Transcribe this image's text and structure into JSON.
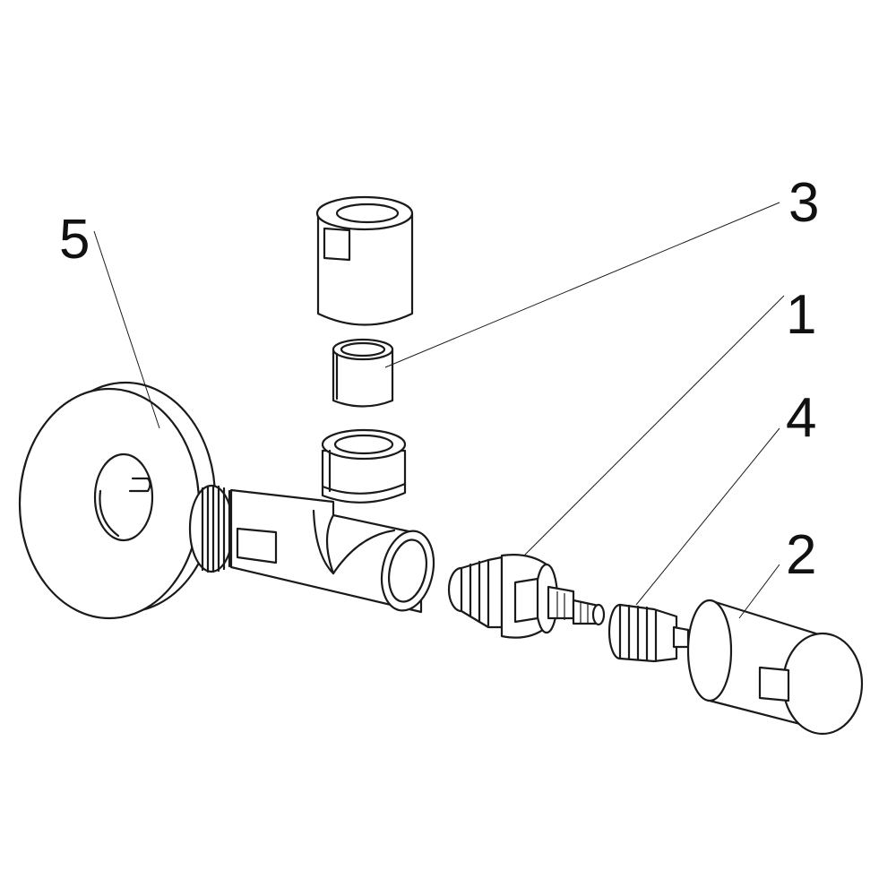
{
  "figure": {
    "callouts": [
      {
        "id": "1",
        "label": "1",
        "part": "cartridge"
      },
      {
        "id": "2",
        "label": "2",
        "part": "handle-cap"
      },
      {
        "id": "3",
        "label": "3",
        "part": "compression-ring"
      },
      {
        "id": "4",
        "label": "4",
        "part": "spline-adapter"
      },
      {
        "id": "5",
        "label": "5",
        "part": "wall-rosette"
      }
    ],
    "colors": {
      "line": "#1a1a1a",
      "background": "#ffffff"
    }
  }
}
